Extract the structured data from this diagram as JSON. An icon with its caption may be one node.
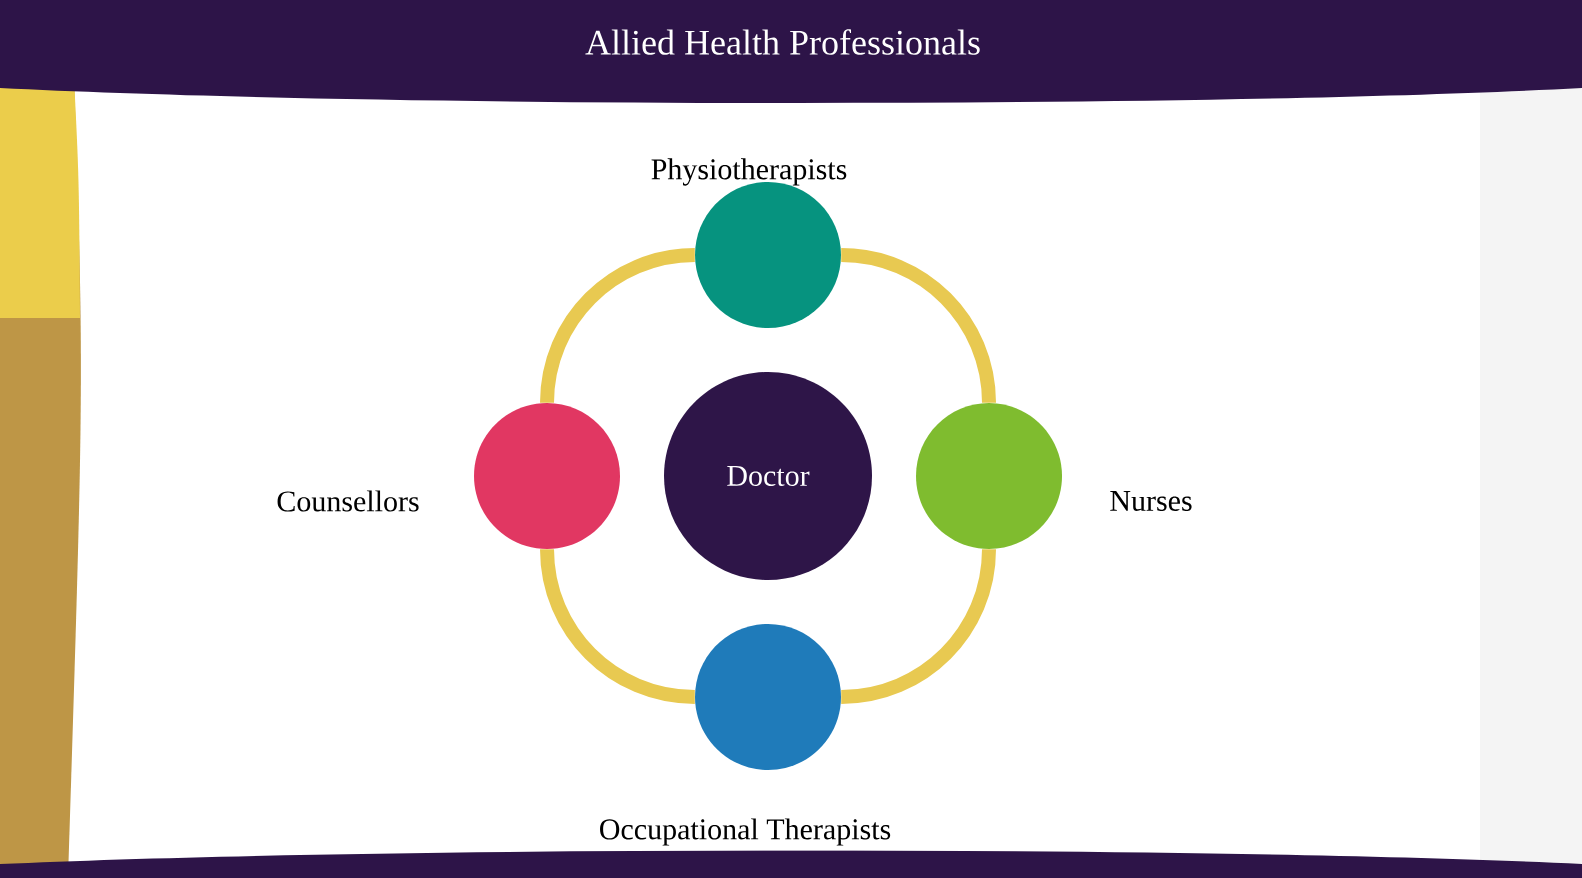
{
  "diagram": {
    "title": "Allied Health Professionals",
    "nodes": [
      {
        "text": [
          "Doctor"
        ]
      },
      {
        "text": [],
        "shape": "circle",
        "beside": [
          "Physiotherapists"
        ]
      },
      {
        "text": [],
        "shape": "circle",
        "beside": [
          "Nurses"
        ]
      },
      {
        "text": [],
        "shape": "circle",
        "beside": [
          "Occupational Therapists"
        ]
      },
      {
        "text": [],
        "shape": "circle",
        "beside": [
          "Counsellors"
        ]
      }
    ],
    "edges": [
      {
        "from": 1,
        "to": 2,
        "arrow": "none"
      },
      {
        "from": 2,
        "to": 3,
        "arrow": "none"
      },
      {
        "from": 3,
        "to": 4,
        "arrow": "none"
      },
      {
        "from": 4,
        "to": 1,
        "arrow": "none"
      }
    ]
  }
}
